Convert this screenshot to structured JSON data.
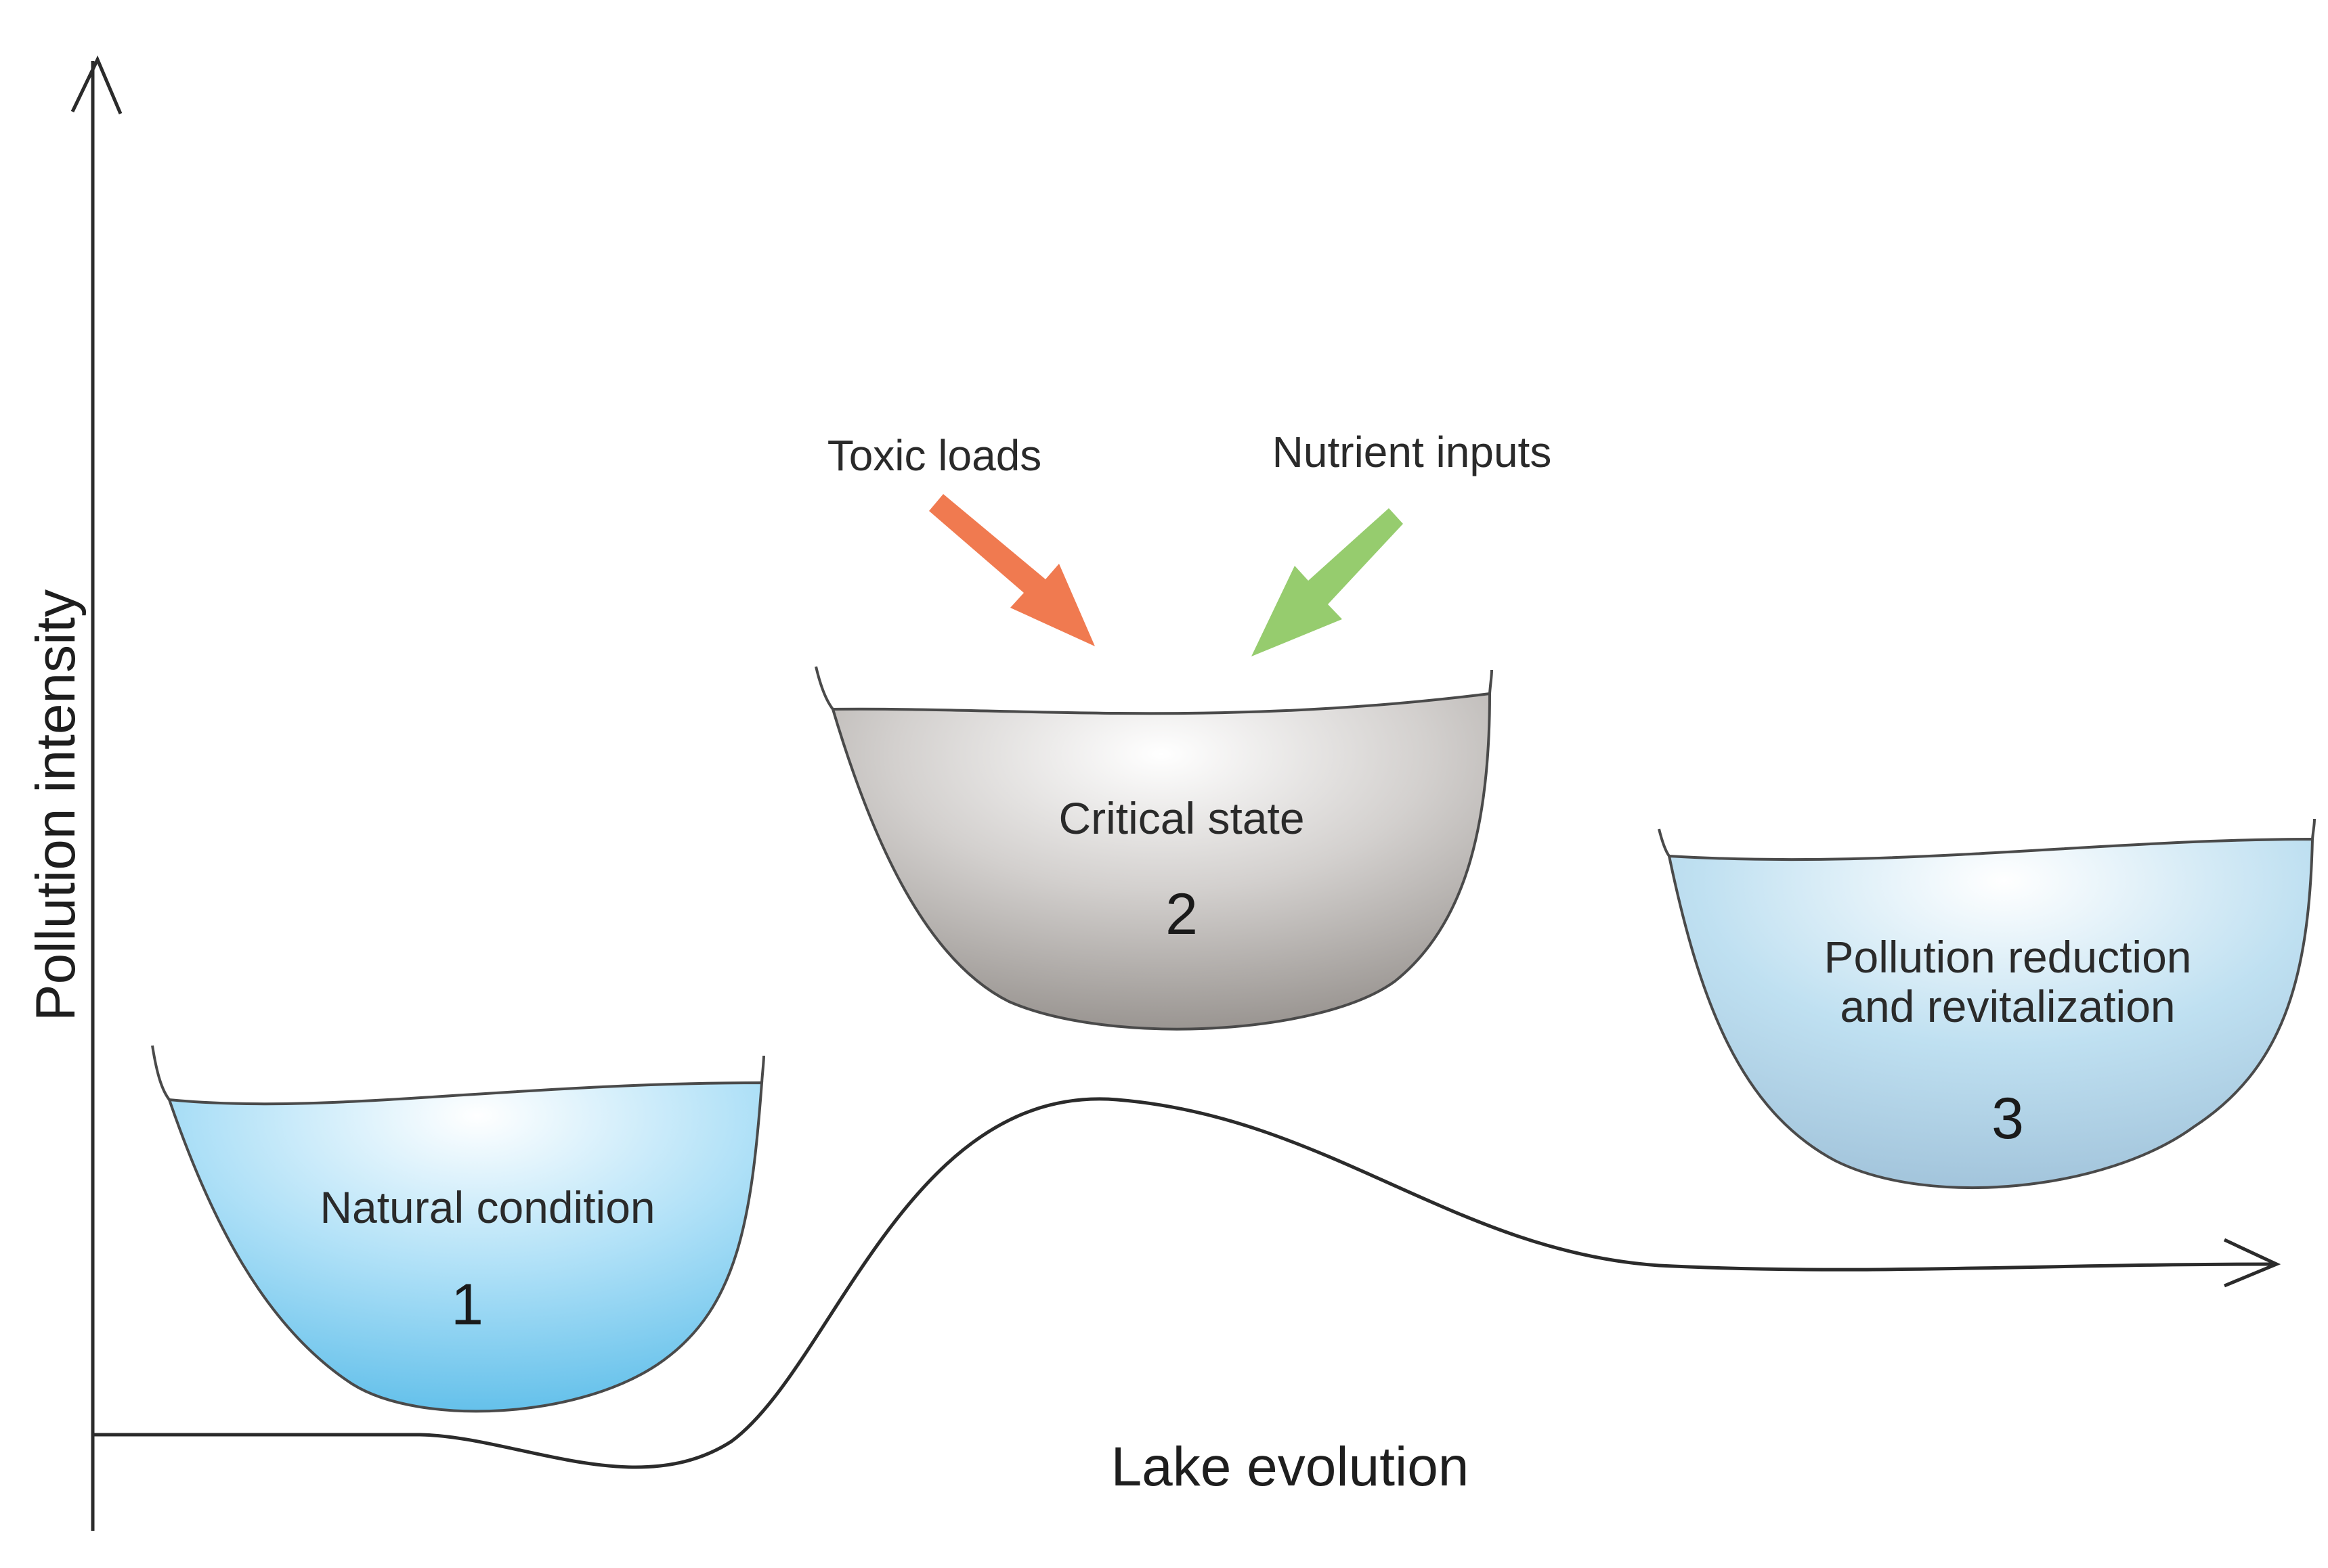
{
  "axes": {
    "y_label": "Pollution intensity",
    "x_label": "Lake evolution"
  },
  "lakes": [
    {
      "number": "1",
      "title_lines": [
        "Natural condition"
      ]
    },
    {
      "number": "2",
      "title_lines": [
        "Critical state"
      ]
    },
    {
      "number": "3",
      "title_lines": [
        "Pollution reduction",
        "and revitalization"
      ]
    }
  ],
  "inputs": {
    "toxic": {
      "label": "Toxic loads",
      "color": "#f07a50"
    },
    "nutrient": {
      "label": "Nutrient inputs",
      "color": "#96cc6e"
    }
  },
  "colors": {
    "clean_water": "#6ec6ee",
    "polluted_water": "#9a9592",
    "axis": "#2b2b2b"
  }
}
